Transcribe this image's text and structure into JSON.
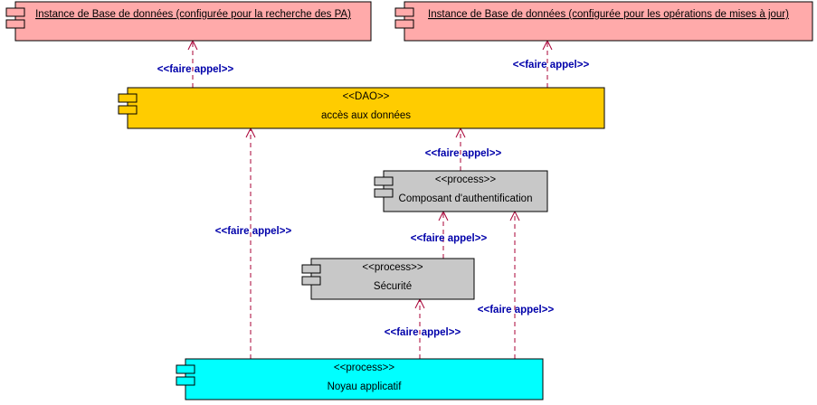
{
  "diagram": {
    "components": [
      {
        "id": "db_search",
        "stereotype": "",
        "label": "Instance de Base de données (configurée pour la recherche des PA)",
        "underline": true,
        "fill": "#ffaaaa"
      },
      {
        "id": "db_update",
        "stereotype": "",
        "label": "Instance de Base de données (configurée pour les opérations de mises à jour)",
        "underline": true,
        "fill": "#ffaaaa"
      },
      {
        "id": "dao",
        "stereotype": "<<DAO>>",
        "label": "accès aux données",
        "underline": false,
        "fill": "#ffcc00"
      },
      {
        "id": "auth",
        "stereotype": "<<process>>",
        "label": "Composant d'authentification",
        "underline": false,
        "fill": "#c8c8c8"
      },
      {
        "id": "security",
        "stereotype": "<<process>>",
        "label": "Sécurité",
        "underline": false,
        "fill": "#c8c8c8"
      },
      {
        "id": "core",
        "stereotype": "<<process>>",
        "label": "Noyau applicatif",
        "underline": false,
        "fill": "#00ffff"
      }
    ],
    "dependencies": [
      {
        "from": "dao",
        "to": "db_search",
        "label": "<<faire appel>>"
      },
      {
        "from": "dao",
        "to": "db_update",
        "label": "<<faire appel>>"
      },
      {
        "from": "auth",
        "to": "dao",
        "label": "<<faire appel>>"
      },
      {
        "from": "core",
        "to": "dao",
        "label": "<<faire appel>>"
      },
      {
        "from": "security",
        "to": "auth",
        "label": "<<faire appel>>"
      },
      {
        "from": "core",
        "to": "auth",
        "label": "<<faire appel>>"
      },
      {
        "from": "core",
        "to": "security",
        "label": "<<faire appel>>"
      }
    ]
  }
}
